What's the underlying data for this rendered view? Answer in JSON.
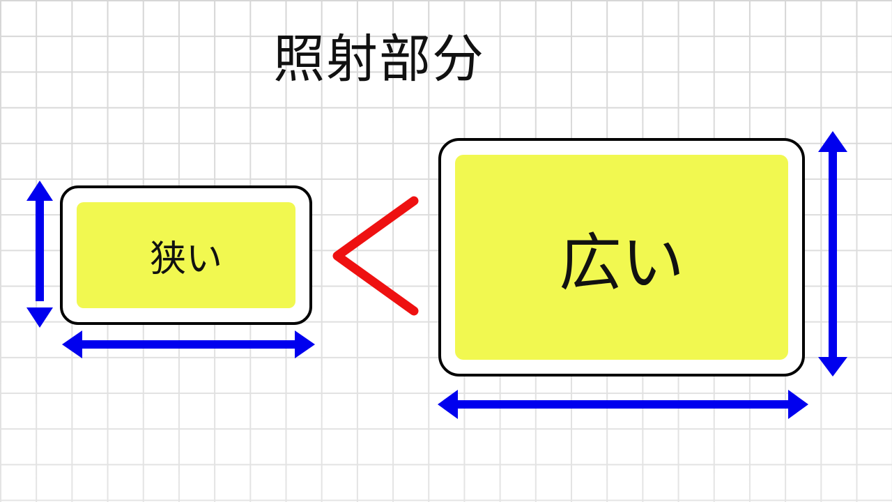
{
  "title": "照射部分",
  "regions": {
    "narrow": {
      "label": "狭い"
    },
    "wide": {
      "label": "広い"
    }
  },
  "comparison_symbol": "<",
  "colors": {
    "fill": "#f1f850",
    "arrow": "#0000ee",
    "comparison": "#ee1111",
    "outline": "#000000",
    "grid": "#d6d6d6"
  }
}
